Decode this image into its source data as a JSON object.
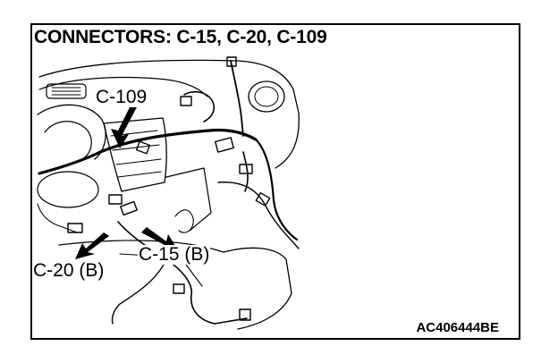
{
  "title": "CONNECTORS: C-15, C-20, C-109",
  "callouts": {
    "c109": "C-109",
    "c15": "C-15 (B)",
    "c20": "C-20 (B)"
  },
  "figure_code": "AC406444BE",
  "colors": {
    "ink": "#000000",
    "paper": "#ffffff"
  }
}
